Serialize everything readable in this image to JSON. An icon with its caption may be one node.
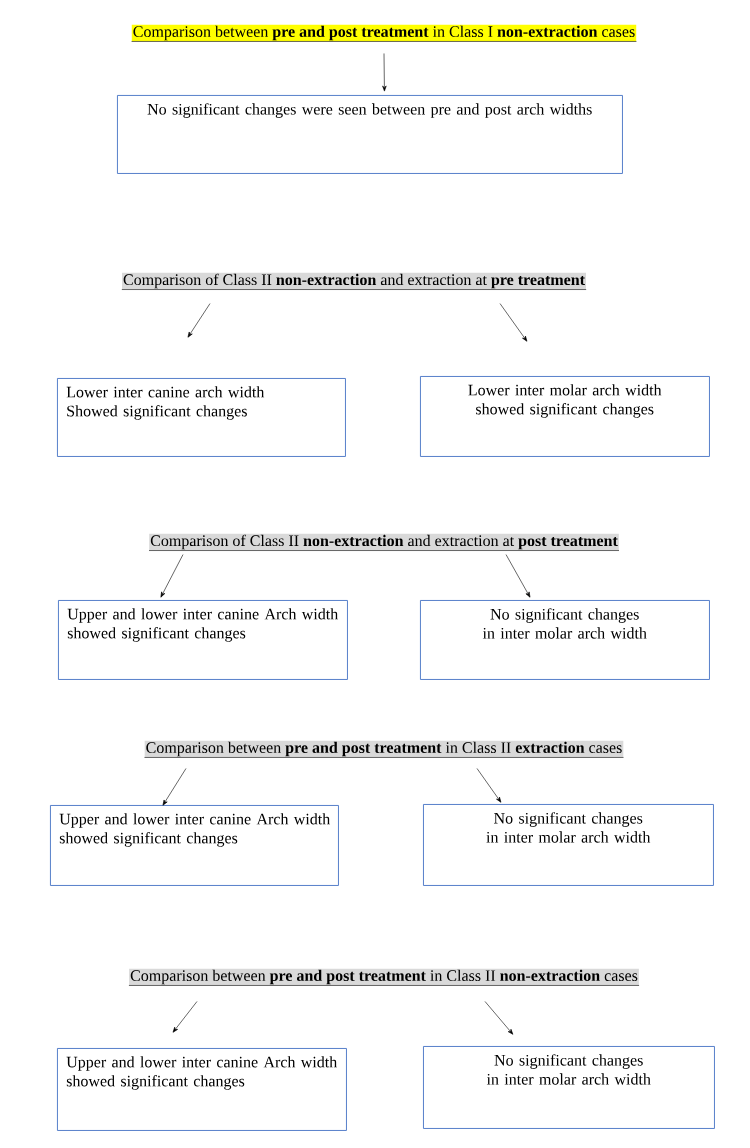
{
  "diagram": {
    "nodes": [
      {
        "text": [
          "Comparison between **pre and post treatment** in Class I **non-extraction** cases"
        ]
      },
      {
        "text": [
          "No significant changes were seen between pre and post arch widths"
        ]
      },
      {
        "text": [
          "Comparison of Class II **non-extraction** and extraction at **pre treatment**"
        ]
      },
      {
        "text": [
          "Lower inter canine arch width Showed significant changes"
        ]
      },
      {
        "text": [
          "Lower inter molar arch width showed significant changes"
        ]
      },
      {
        "text": [
          "Comparison of Class II **non-extraction** and extraction at **post treatment**"
        ]
      },
      {
        "text": [
          "Upper and lower inter canine Arch width showed significant changes"
        ]
      },
      {
        "text": [
          "No significant changes in inter molar arch width"
        ]
      },
      {
        "text": [
          "Comparison between **pre and post treatment** in Class II **extraction** cases"
        ]
      },
      {
        "text": [
          "Upper and lower inter canine Arch width showed significant changes"
        ]
      },
      {
        "text": [
          "No significant changes in inter molar arch width"
        ]
      },
      {
        "text": [
          "Comparison between **pre and post treatment** in Class II **non-extraction** cases"
        ]
      },
      {
        "text": [
          "Upper and lower inter canine Arch width showed significant changes"
        ]
      },
      {
        "text": [
          "No significant changes in inter molar arch width"
        ]
      }
    ],
    "edges": [
      {
        "from": 0,
        "to": 1,
        "arrow": "to"
      },
      {
        "from": 2,
        "to": 3,
        "arrow": "to"
      },
      {
        "from": 2,
        "to": 4,
        "arrow": "to"
      },
      {
        "from": 5,
        "to": 6,
        "arrow": "to"
      },
      {
        "from": 5,
        "to": 7,
        "arrow": "to"
      },
      {
        "from": 8,
        "to": 9,
        "arrow": "to"
      },
      {
        "from": 8,
        "to": 10,
        "arrow": "to"
      },
      {
        "from": 11,
        "to": 12,
        "arrow": "to"
      },
      {
        "from": 11,
        "to": 13,
        "arrow": "to"
      }
    ]
  }
}
